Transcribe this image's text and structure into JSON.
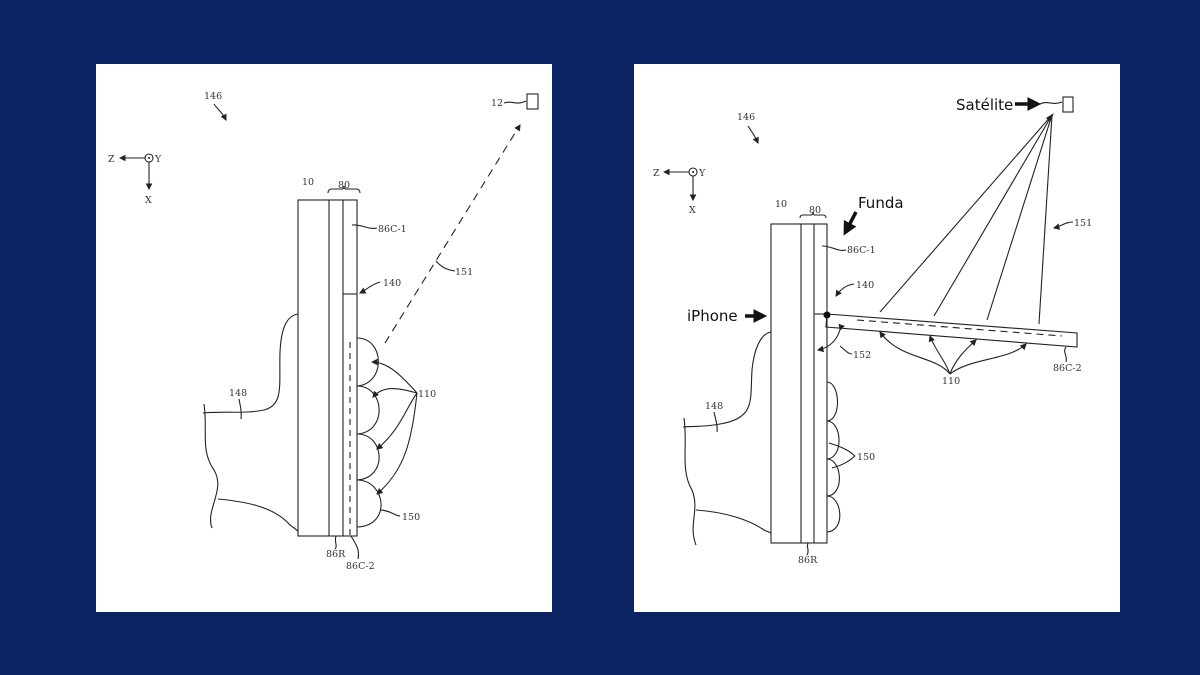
{
  "colors": {
    "background": "#0b2263",
    "panel": "#ffffff",
    "ink": "#222222"
  },
  "left_figure": {
    "labels": {
      "fig": "146",
      "satellite": "12",
      "axis_z": "Z",
      "axis_y": "Y",
      "axis_x": "X",
      "device": "10",
      "case": "80",
      "case_upper": "86C-1",
      "hinge": "140",
      "signal": "151",
      "antennas": "110",
      "hand": "148",
      "fingers": "150",
      "rear": "86R",
      "case_lower": "86C-2"
    }
  },
  "right_figure": {
    "labels": {
      "fig": "146",
      "axis_z": "Z",
      "axis_y": "Y",
      "axis_x": "X",
      "device": "10",
      "case": "80",
      "case_upper": "86C-1",
      "hinge": "140",
      "signal": "151",
      "angle": "152",
      "antennas": "110",
      "hand": "148",
      "fingers": "150",
      "rear": "86R",
      "case_lower": "86C-2"
    },
    "annotations": {
      "satellite": "Satélite",
      "case": "Funda",
      "phone": "iPhone"
    }
  }
}
